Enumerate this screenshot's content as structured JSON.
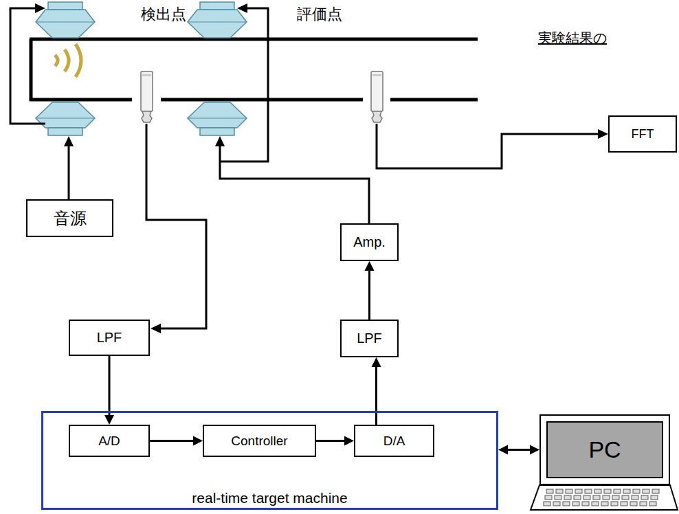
{
  "diagram": {
    "nodes": [
      {
        "text": [
          "音源"
        ]
      },
      {
        "text": [
          "FFT"
        ]
      },
      {
        "text": [
          "Amp."
        ]
      },
      {
        "text": [
          "LPF"
        ]
      },
      {
        "text": [
          "LPF"
        ]
      },
      {
        "text": [
          "real-time target machine"
        ]
      },
      {
        "text": [
          "A/D"
        ],
        "in": 5
      },
      {
        "text": [
          "Controller"
        ],
        "in": 5
      },
      {
        "text": [
          "D/A"
        ],
        "in": 5
      },
      {
        "text": [
          "PC"
        ]
      }
    ],
    "edges": [
      {
        "from": 3,
        "to": 6,
        "arrow": "to"
      },
      {
        "from": 6,
        "to": 7,
        "arrow": "to"
      },
      {
        "from": 7,
        "to": 8,
        "arrow": "to"
      },
      {
        "from": 8,
        "to": 4,
        "arrow": "to"
      },
      {
        "from": 4,
        "to": 2,
        "arrow": "to"
      },
      {
        "from": 5,
        "to": 9,
        "arrow": "both"
      }
    ],
    "labels": [
      "検出点",
      "評価点",
      "実験結果の"
    ]
  }
}
